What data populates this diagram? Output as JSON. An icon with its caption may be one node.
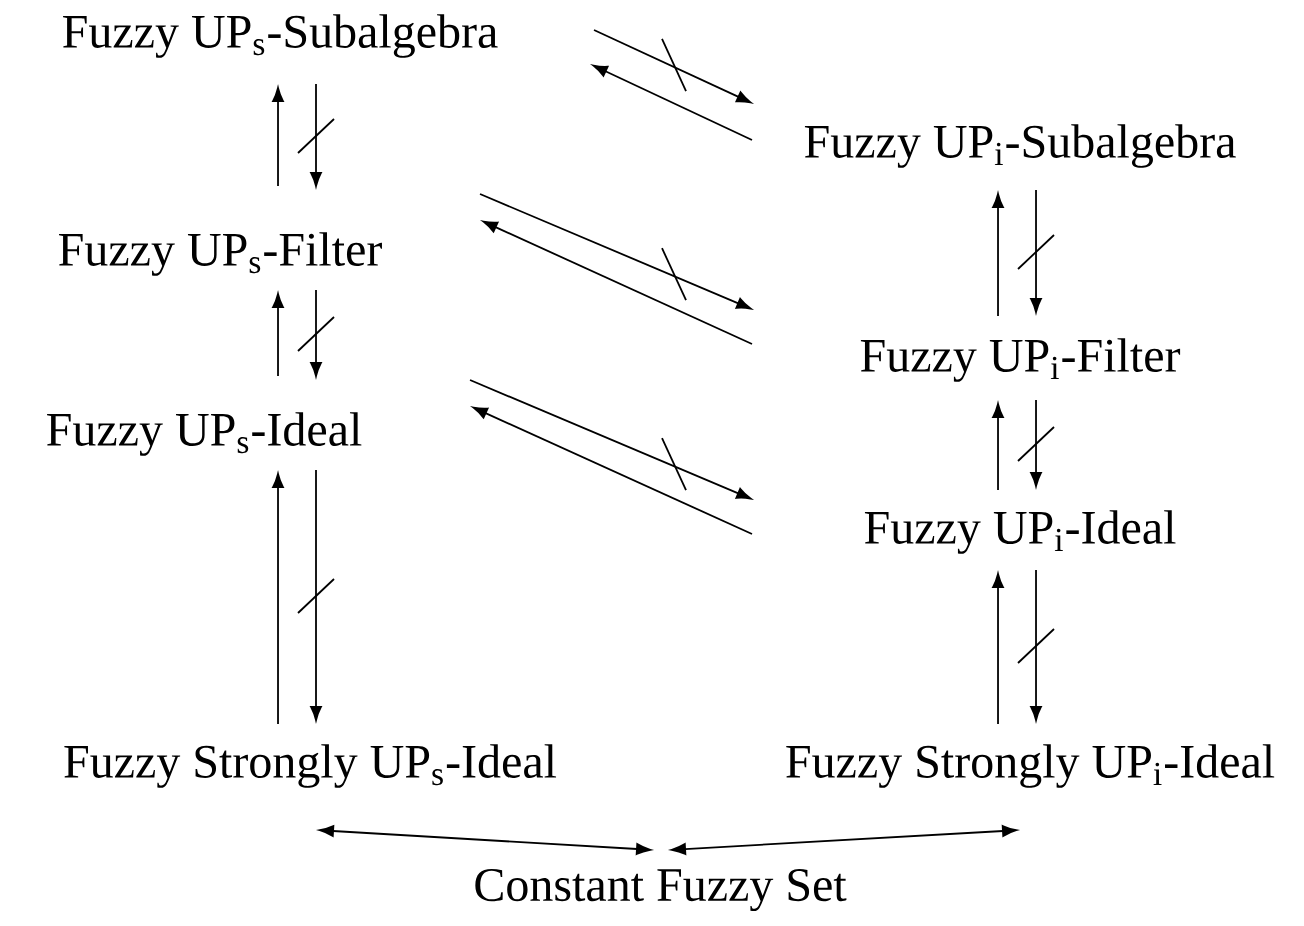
{
  "diagram": {
    "nodes": [
      {
        "text": [
          "Fuzzy UP$_{s}$-Subalgebra"
        ]
      },
      {
        "text": [
          "Fuzzy UP$_{i}$-Subalgebra"
        ]
      },
      {
        "text": [
          "Fuzzy UP$_{s}$-Filter"
        ]
      },
      {
        "text": [
          "Fuzzy UP$_{i}$-Filter"
        ]
      },
      {
        "text": [
          "Fuzzy UP$_{s}$-Ideal"
        ]
      },
      {
        "text": [
          "Fuzzy UP$_{i}$-Ideal"
        ]
      },
      {
        "text": [
          "Fuzzy Strongly UP$_{s}$-Ideal"
        ]
      },
      {
        "text": [
          "Fuzzy Strongly UP$_{i}$-Ideal"
        ]
      },
      {
        "text": [
          "Constant Fuzzy Set"
        ]
      }
    ],
    "edges": [
      {
        "from": 2,
        "to": 0,
        "arrow": "to"
      },
      {
        "from": 0,
        "to": 2,
        "arrow": "to"
      },
      {
        "from": 4,
        "to": 2,
        "arrow": "to"
      },
      {
        "from": 2,
        "to": 4,
        "arrow": "to"
      },
      {
        "from": 6,
        "to": 4,
        "arrow": "to"
      },
      {
        "from": 4,
        "to": 6,
        "arrow": "to"
      },
      {
        "from": 3,
        "to": 1,
        "arrow": "to"
      },
      {
        "from": 1,
        "to": 3,
        "arrow": "to"
      },
      {
        "from": 5,
        "to": 3,
        "arrow": "to"
      },
      {
        "from": 3,
        "to": 5,
        "arrow": "to"
      },
      {
        "from": 7,
        "to": 5,
        "arrow": "to"
      },
      {
        "from": 5,
        "to": 7,
        "arrow": "to"
      },
      {
        "from": 0,
        "to": 1,
        "arrow": "to"
      },
      {
        "from": 1,
        "to": 0,
        "arrow": "to"
      },
      {
        "from": 2,
        "to": 3,
        "arrow": "to"
      },
      {
        "from": 3,
        "to": 2,
        "arrow": "to"
      },
      {
        "from": 4,
        "to": 5,
        "arrow": "to"
      },
      {
        "from": 5,
        "to": 4,
        "arrow": "to"
      },
      {
        "from": 6,
        "to": 8,
        "arrow": "both"
      },
      {
        "from": 7,
        "to": 8,
        "arrow": "both"
      }
    ]
  }
}
